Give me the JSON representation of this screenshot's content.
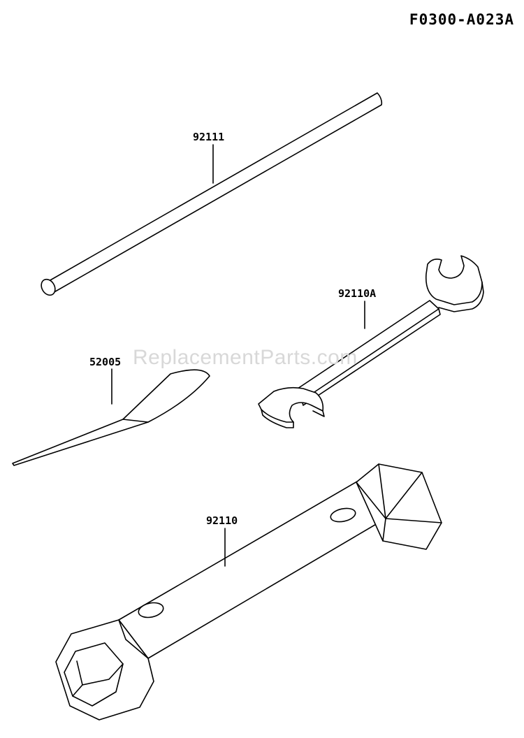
{
  "diagram_code": "F0300-A023A",
  "watermark": "ReplacementParts.com",
  "parts": [
    {
      "id": "rod",
      "label": "92111"
    },
    {
      "id": "wrench",
      "label": "92110A"
    },
    {
      "id": "blade",
      "label": "52005"
    },
    {
      "id": "box-wrench",
      "label": "92110"
    }
  ]
}
